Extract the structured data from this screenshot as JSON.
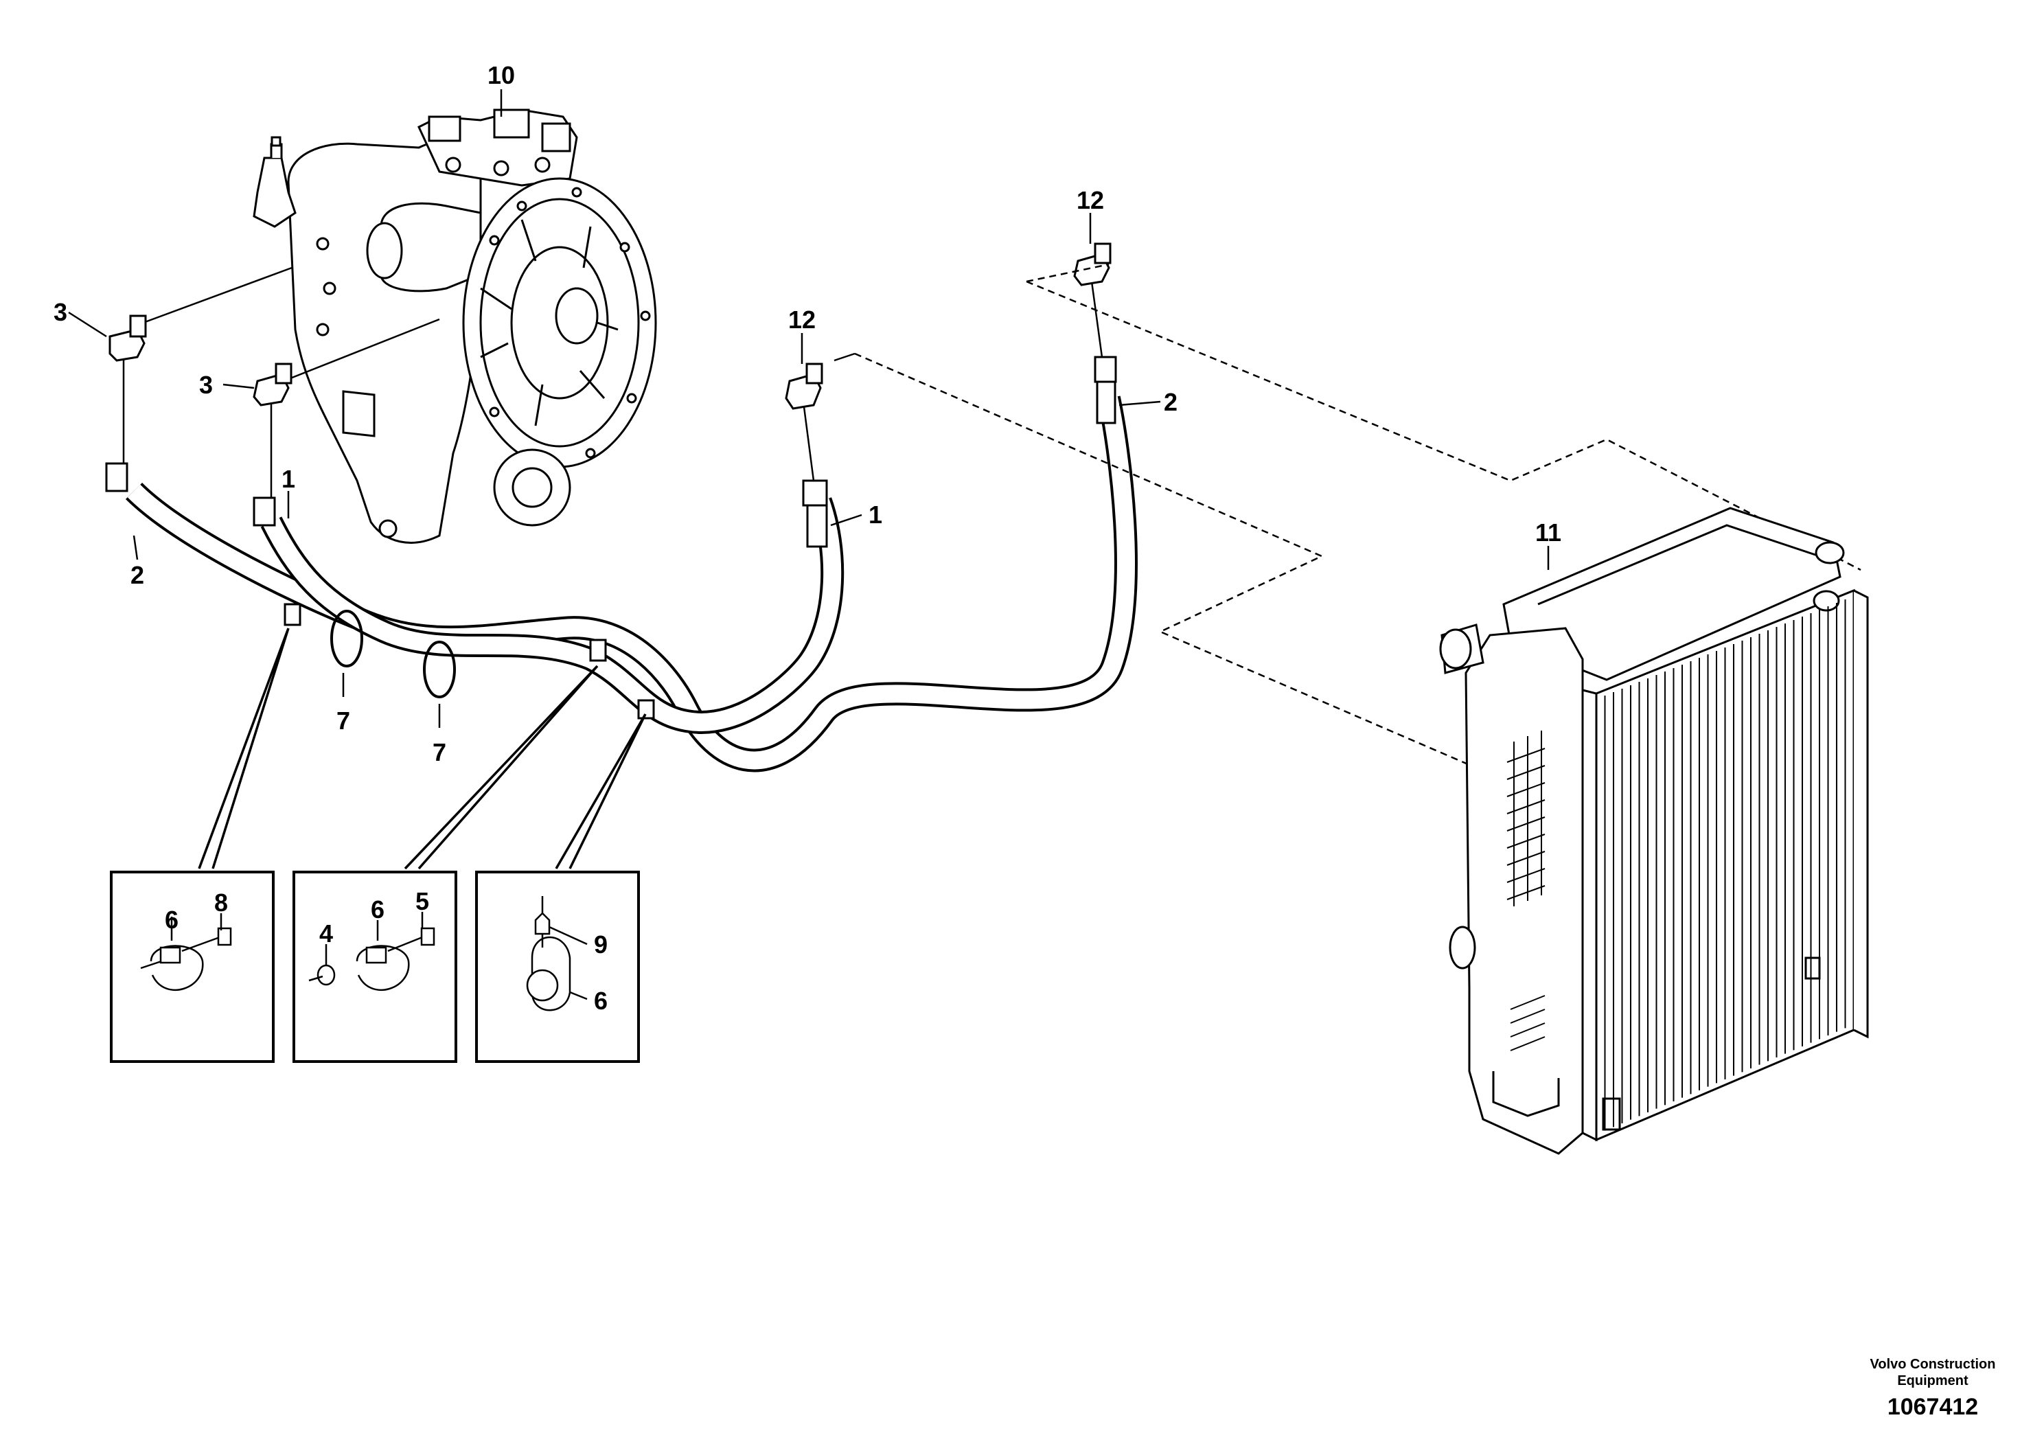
{
  "callouts": {
    "c10": "10",
    "c12a": "12",
    "c12b": "12",
    "c3a": "3",
    "c3b": "3",
    "c1a": "1",
    "c1b": "1",
    "c2a": "2",
    "c2b": "2",
    "c7a": "7",
    "c7b": "7",
    "c11": "11",
    "d1_6": "6",
    "d1_8": "8",
    "d2_4": "4",
    "d2_6": "6",
    "d2_5": "5",
    "d3_9": "9",
    "d3_6": "6"
  },
  "footer": {
    "company_line1": "Volvo Construction",
    "company_line2": "Equipment",
    "drawing_number": "1067412"
  }
}
